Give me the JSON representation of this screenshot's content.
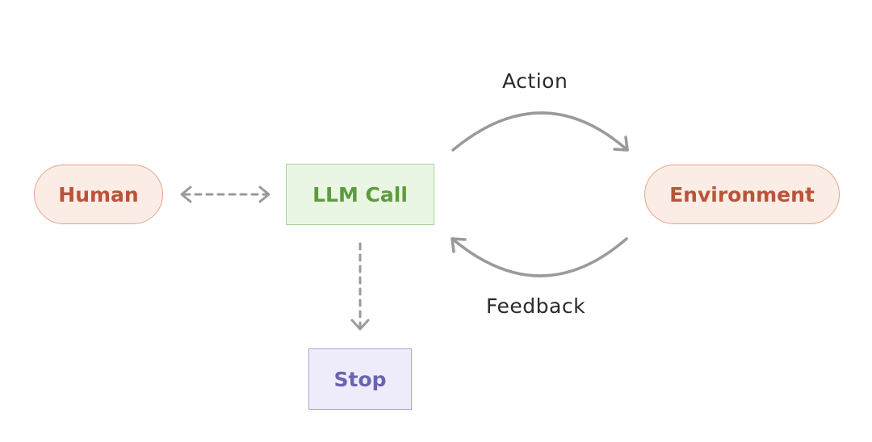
{
  "nodes": {
    "human": "Human",
    "llm_call": "LLM Call",
    "environment": "Environment",
    "stop": "Stop"
  },
  "edges": {
    "action": "Action",
    "feedback": "Feedback"
  },
  "colors": {
    "human_env_text": "#b9543a",
    "human_env_fill": "#fbece5",
    "human_env_border": "#e8a48c",
    "llm_text": "#5e9a3e",
    "llm_fill": "#eaf6e4",
    "llm_border": "#a6d49a",
    "stop_text": "#6a63b0",
    "stop_fill": "#eeecfa",
    "stop_border": "#a9a5dd",
    "arrow": "#9a9a9a"
  }
}
